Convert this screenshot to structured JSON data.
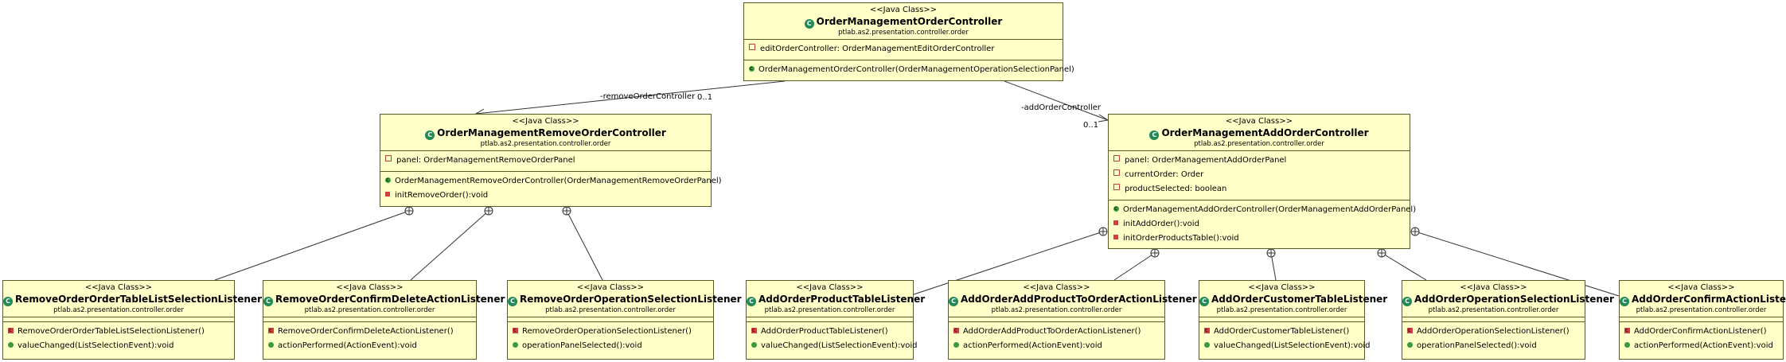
{
  "classes": {
    "order_controller": {
      "stereotype": "<<Java Class>>",
      "name": "OrderManagementOrderController",
      "package": "ptlab.as2.presentation.controller.order",
      "attributes": [
        "editOrderController: OrderManagementEditOrderController"
      ],
      "methods": [
        "OrderManagementOrderController(OrderManagementOperationSelectionPanel)"
      ]
    },
    "remove_controller": {
      "stereotype": "<<Java Class>>",
      "name": "OrderManagementRemoveOrderController",
      "package": "ptlab.as2.presentation.controller.order",
      "attributes": [
        "panel: OrderManagementRemoveOrderPanel"
      ],
      "methods": [
        "OrderManagementRemoveOrderController(OrderManagementRemoveOrderPanel)",
        "initRemoveOrder():void"
      ]
    },
    "add_controller": {
      "stereotype": "<<Java Class>>",
      "name": "OrderManagementAddOrderController",
      "package": "ptlab.as2.presentation.controller.order",
      "attributes": [
        "panel: OrderManagementAddOrderPanel",
        "currentOrder: Order",
        "productSelected: boolean"
      ],
      "methods": [
        "OrderManagementAddOrderController(OrderManagementAddOrderPanel)",
        "initAddOrder():void",
        "initOrderProductsTable():void"
      ]
    },
    "l1": {
      "stereotype": "<<Java Class>>",
      "name": "RemoveOrderOrderTableListSelectionListener",
      "package": "ptlab.as2.presentation.controller.order",
      "methods": [
        "RemoveOrderOrderTableListSelectionListener()",
        "valueChanged(ListSelectionEvent):void"
      ]
    },
    "l2": {
      "stereotype": "<<Java Class>>",
      "name": "RemoveOrderConfirmDeleteActionListener",
      "package": "ptlab.as2.presentation.controller.order",
      "methods": [
        "RemoveOrderConfirmDeleteActionListener()",
        "actionPerformed(ActionEvent):void"
      ]
    },
    "l3": {
      "stereotype": "<<Java Class>>",
      "name": "RemoveOrderOperationSelectionListener",
      "package": "ptlab.as2.presentation.controller.order",
      "methods": [
        "RemoveOrderOperationSelectionListener()",
        "operationPanelSelected():void"
      ]
    },
    "l4": {
      "stereotype": "<<Java Class>>",
      "name": "AddOrderProductTableListener",
      "package": "ptlab.as2.presentation.controller.order",
      "methods": [
        "AddOrderProductTableListener()",
        "valueChanged(ListSelectionEvent):void"
      ]
    },
    "l5": {
      "stereotype": "<<Java Class>>",
      "name": "AddOrderAddProductToOrderActionListener",
      "package": "ptlab.as2.presentation.controller.order",
      "methods": [
        "AddOrderAddProductToOrderActionListener()",
        "actionPerformed(ActionEvent):void"
      ]
    },
    "l6": {
      "stereotype": "<<Java Class>>",
      "name": "AddOrderCustomerTableListener",
      "package": "ptlab.as2.presentation.controller.order",
      "methods": [
        "AddOrderCustomerTableListener()",
        "valueChanged(ListSelectionEvent):void"
      ]
    },
    "l7": {
      "stereotype": "<<Java Class>>",
      "name": "AddOrderOperationSelectionListener",
      "package": "ptlab.as2.presentation.controller.order",
      "methods": [
        "AddOrderOperationSelectionListener()",
        "operationPanelSelected():void"
      ]
    },
    "l8": {
      "stereotype": "<<Java Class>>",
      "name": "AddOrderConfirmActionListener",
      "package": "ptlab.as2.presentation.controller.order",
      "methods": [
        "AddOrderConfirmActionListener()",
        "actionPerformed(ActionEvent):void"
      ]
    }
  },
  "associations": {
    "remove": {
      "role": "-removeOrderController",
      "multiplicity": "0..1"
    },
    "add": {
      "role": "-addOrderController",
      "multiplicity": "0..1"
    }
  }
}
